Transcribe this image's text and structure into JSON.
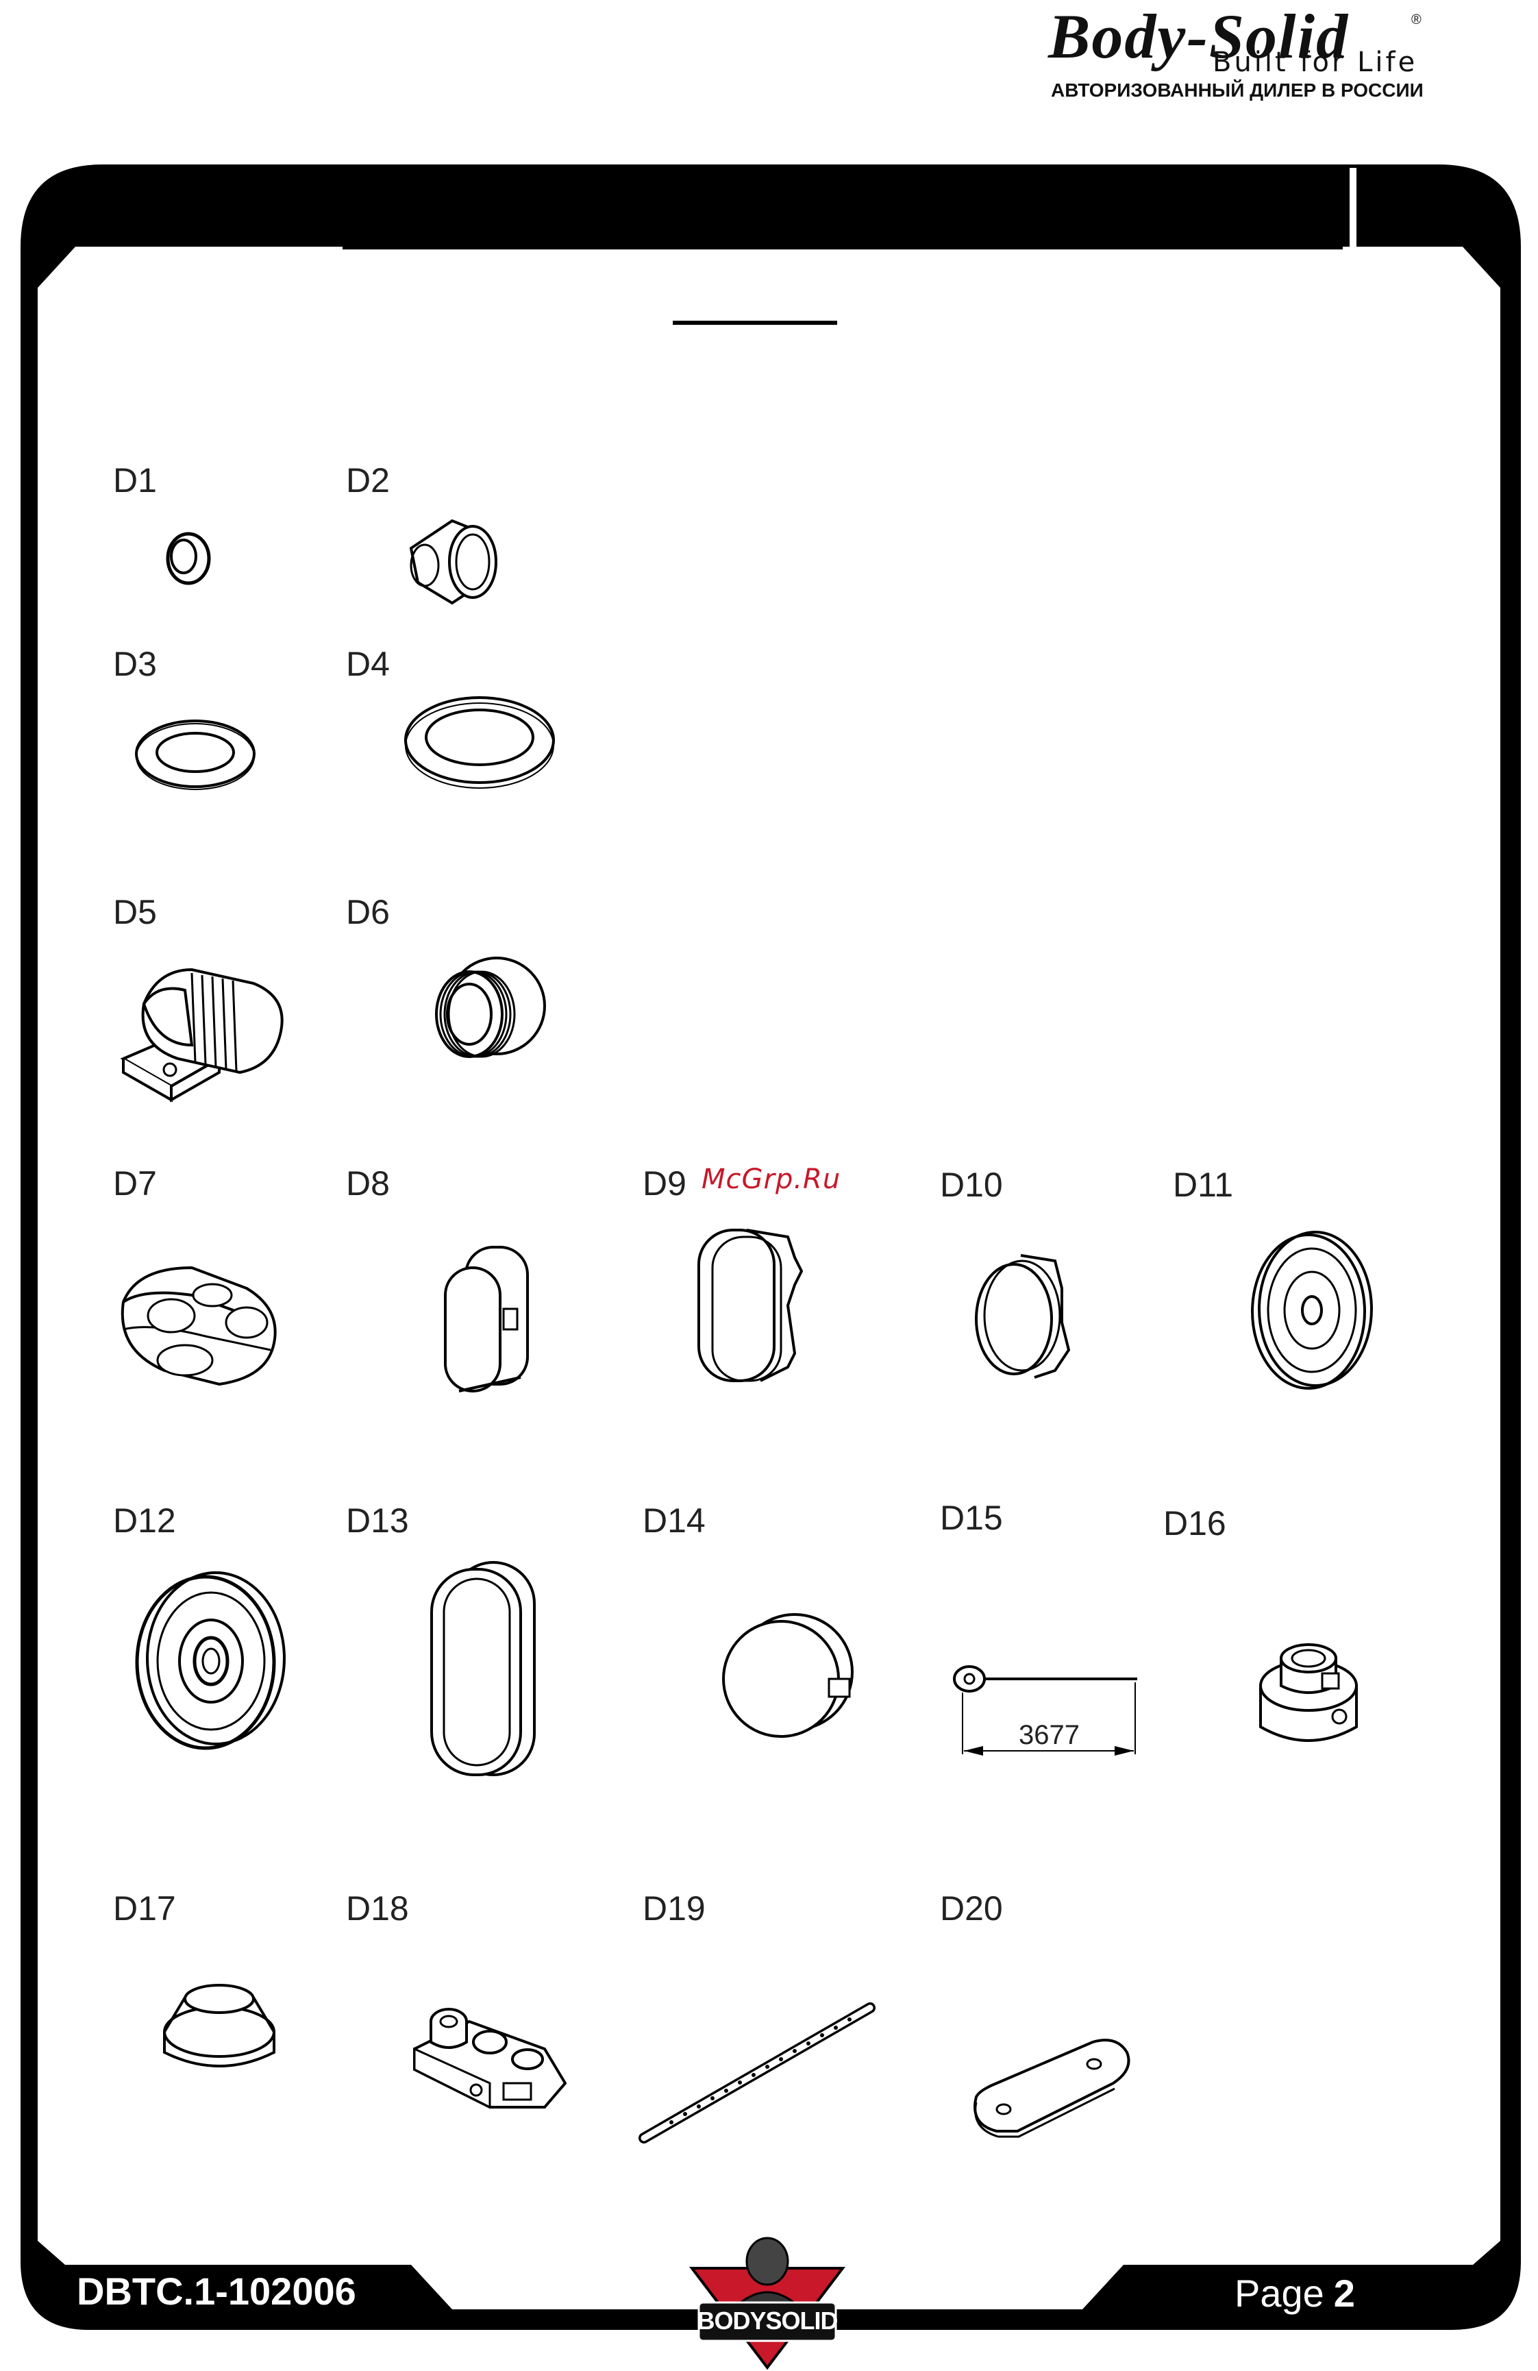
{
  "header": {
    "brand": "Body-Solid",
    "registered": "®",
    "tagline": "Built for Life",
    "dealer": "АВТОРИЗОВАННЫЙ ДИЛЕР В РОССИИ"
  },
  "watermark": "McGrp.Ru",
  "parts": [
    {
      "label": "D1",
      "icon": "small-bushing-icon"
    },
    {
      "label": "D2",
      "icon": "bushing-icon"
    },
    {
      "label": "D3",
      "icon": "small-washer-icon"
    },
    {
      "label": "D4",
      "icon": "large-washer-icon"
    },
    {
      "label": "D5",
      "icon": "oval-guide-bracket-icon"
    },
    {
      "label": "D6",
      "icon": "round-end-cap-icon"
    },
    {
      "label": "D7",
      "icon": "oval-guide-block-icon"
    },
    {
      "label": "D8",
      "icon": "oval-end-cap-icon"
    },
    {
      "label": "D9",
      "icon": "large-oval-end-cap-icon"
    },
    {
      "label": "D10",
      "icon": "small-oval-end-cap-icon"
    },
    {
      "label": "D11",
      "icon": "pulley-icon"
    },
    {
      "label": "D12",
      "icon": "large-pulley-icon"
    },
    {
      "label": "D13",
      "icon": "oval-cap-icon"
    },
    {
      "label": "D14",
      "icon": "round-cap-icon"
    },
    {
      "label": "D15",
      "icon": "cable-icon",
      "dimension": "3677"
    },
    {
      "label": "D16",
      "icon": "collar-icon"
    },
    {
      "label": "D17",
      "icon": "rubber-bumper-icon"
    },
    {
      "label": "D18",
      "icon": "selector-block-icon"
    },
    {
      "label": "D19",
      "icon": "selector-rod-icon"
    },
    {
      "label": "D20",
      "icon": "connecting-plate-icon"
    }
  ],
  "footer": {
    "code": "DBTC.1-102006",
    "page_label": "Page",
    "page_number": "2",
    "badge_text": "BODYSOLID"
  },
  "colors": {
    "frame": "#000000",
    "text": "#222222",
    "watermark": "#c8182a"
  }
}
